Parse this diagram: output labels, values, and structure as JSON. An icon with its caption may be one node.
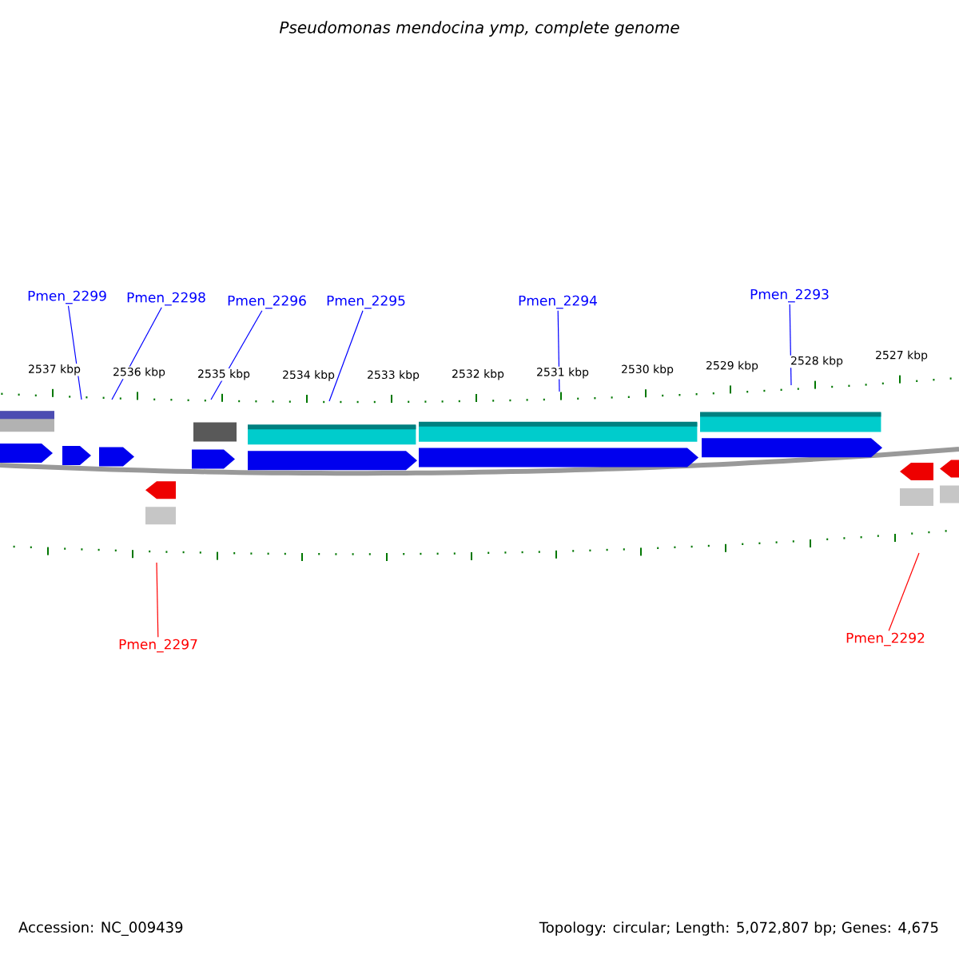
{
  "diagram": {
    "title": "Pseudomonas mendocina ymp, complete genome",
    "nodes": [
      {
        "text": [
          "Pmen_2299"
        ]
      },
      {
        "text": [
          "Pmen_2298"
        ]
      },
      {
        "text": [
          "Pmen_2296"
        ]
      },
      {
        "text": [
          "Pmen_2295"
        ]
      },
      {
        "text": [
          "Pmen_2294"
        ]
      },
      {
        "text": [
          "Pmen_2293"
        ]
      },
      {
        "text": [
          "Pmen_2297"
        ]
      },
      {
        "text": [
          "Pmen_2292"
        ]
      }
    ],
    "edges": [
      {
        "from": 0,
        "to": null,
        "arrow": "none"
      },
      {
        "from": 1,
        "to": null,
        "arrow": "none"
      },
      {
        "from": 2,
        "to": null,
        "arrow": "none"
      },
      {
        "from": 3,
        "to": null,
        "arrow": "none"
      },
      {
        "from": 4,
        "to": null,
        "arrow": "none"
      },
      {
        "from": 5,
        "to": null,
        "arrow": "none"
      },
      {
        "from": 6,
        "to": null,
        "arrow": "none",
        "color": "#ff0000"
      },
      {
        "from": 7,
        "to": null,
        "arrow": "none",
        "color": "#ff0000"
      }
    ],
    "labels": [
      "2537 kbp",
      "2536 kbp",
      "2535 kbp",
      "2534 kbp",
      "2533 kbp",
      "2532 kbp",
      "2531 kbp",
      "2530 kbp",
      "2529 kbp",
      "2528 kbp",
      "2527 kbp",
      "Accession: NC_009439",
      "Topology: circular; Length: 5,072,807 bp; Genes: 4,675"
    ]
  }
}
